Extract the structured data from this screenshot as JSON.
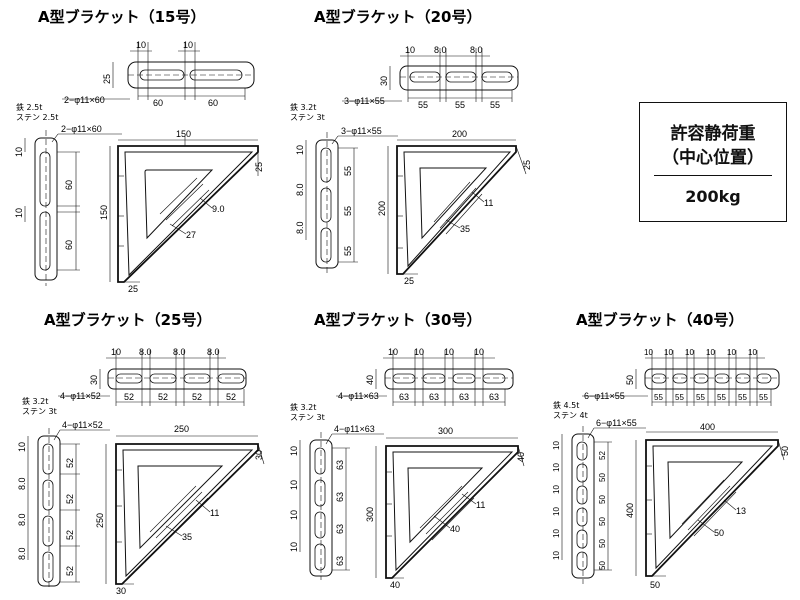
{
  "titles": {
    "b15": "A型ブラケット（15号）",
    "b20": "A型ブラケット（20号）",
    "b25": "A型ブラケット（25号）",
    "b30": "A型ブラケット（30号）",
    "b40": "A型ブラケット（40号）"
  },
  "load": {
    "line1": "許容静荷重",
    "line2": "（中心位置）",
    "value": "200kg"
  },
  "b15": {
    "mat1": "鉄 2.5t",
    "mat2": "ステン 2.5t",
    "holes_top": "2−φ11×60",
    "holes_side": "2−φ11×60",
    "top_dims": [
      "10",
      "10",
      "60",
      "60"
    ],
    "h_dim": "25",
    "side_dims": [
      "10",
      "60",
      "10",
      "60"
    ],
    "width": "150",
    "height": "150",
    "gusset": "9.0",
    "rib": "27",
    "corner_tr": "25",
    "corner_bl": "25"
  },
  "b20": {
    "mat1": "鉄 3.2t",
    "mat2": "ステン 3t",
    "holes_top": "3−φ11×55",
    "holes_side": "3−φ11×55",
    "top_dims": [
      "10",
      "8.0",
      "8.0",
      "55",
      "55",
      "55"
    ],
    "h_dim": "30",
    "side_dims": [
      "10",
      "55",
      "8.0",
      "55",
      "8.0",
      "55"
    ],
    "width": "200",
    "height": "200",
    "gusset": "11",
    "rib": "35",
    "corner_tr": "25",
    "corner_bl": "25"
  },
  "b25": {
    "mat1": "鉄 3.2t",
    "mat2": "ステン 3t",
    "holes_top": "4−φ11×52",
    "holes_side": "4−φ11×52",
    "top_dims": [
      "10",
      "8.0",
      "8.0",
      "8.0",
      "52",
      "52",
      "52",
      "52"
    ],
    "h_dim": "30",
    "side_dims": [
      "10",
      "52",
      "8.0",
      "52",
      "8.0",
      "52",
      "8.0",
      "52"
    ],
    "width": "250",
    "height": "250",
    "gusset": "11",
    "rib": "35",
    "corner_tr": "30",
    "corner_bl": "30"
  },
  "b30": {
    "mat1": "鉄 3.2t",
    "mat2": "ステン 3t",
    "holes_top": "4−φ11×63",
    "holes_side": "4−φ11×63",
    "top_dims": [
      "10",
      "10",
      "10",
      "10",
      "63",
      "63",
      "63",
      "63"
    ],
    "h_dim": "40",
    "side_dims": [
      "10",
      "63",
      "10",
      "63",
      "10",
      "63",
      "10",
      "63"
    ],
    "width": "300",
    "height": "300",
    "gusset": "11",
    "rib": "40",
    "corner_tr": "40",
    "corner_bl": "40"
  },
  "b40": {
    "mat1": "鉄 4.5t",
    "mat2": "ステン 4t",
    "holes_top": "6−φ11×55",
    "holes_side": "6−φ11×55",
    "top_dims": [
      "10",
      "10",
      "10",
      "10",
      "10",
      "10",
      "55",
      "55",
      "55",
      "55",
      "55",
      "55"
    ],
    "h_dim": "50",
    "side_dims": [
      "10",
      "52",
      "10",
      "50",
      "10",
      "50",
      "10",
      "50",
      "10",
      "50",
      "10",
      "50"
    ],
    "width": "400",
    "height": "400",
    "gusset": "13",
    "rib": "50",
    "corner_tr": "50",
    "corner_bl": "50"
  }
}
